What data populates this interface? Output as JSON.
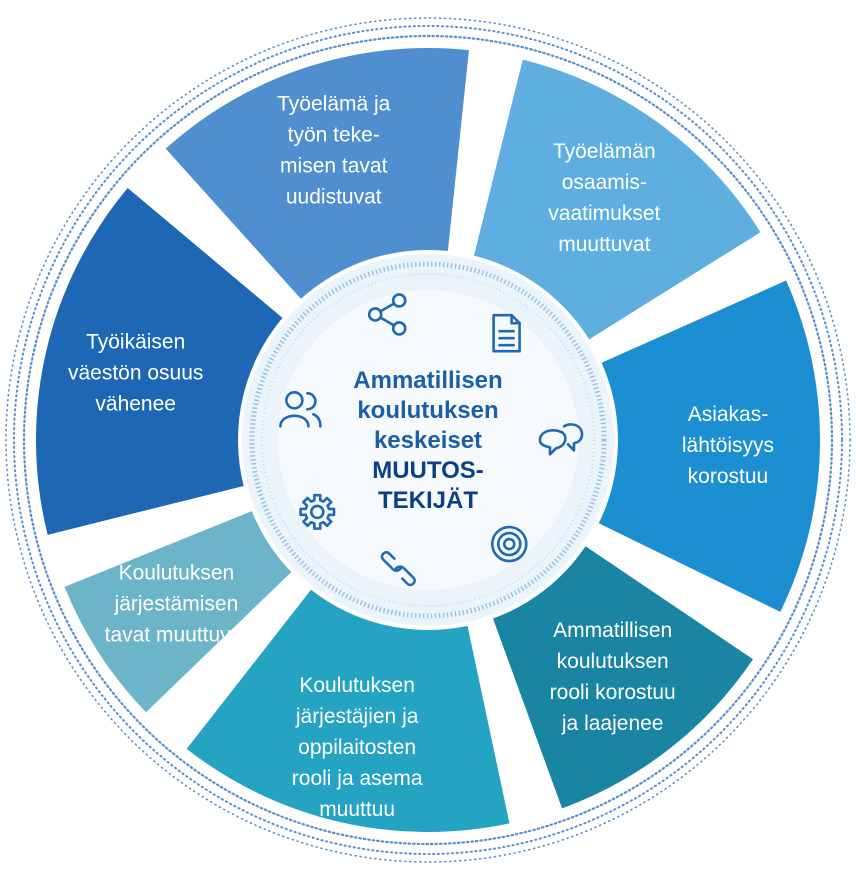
{
  "diagram": {
    "center": {
      "lines": [
        "Ammatillisen",
        "koulutuksen",
        "keskeiset"
      ],
      "strong_lines": [
        "MUUTOS-",
        "TEKIJÄT"
      ]
    },
    "segments": [
      {
        "id": "tyoikaisen",
        "lines": [
          "Työikäisen",
          "väestön osuus",
          "vähenee"
        ],
        "color": "#1e67b4",
        "icon": "people-icon"
      },
      {
        "id": "tyoelama",
        "lines": [
          "Työelämä ja",
          "työn teke-",
          "misen tavat",
          "uudistuvat"
        ],
        "color": "#4f8fd0",
        "icon": "share-icon"
      },
      {
        "id": "osaamis",
        "lines": [
          "Työelämän",
          "osaamis-",
          "vaatimukset",
          "muuttuvat"
        ],
        "color": "#5eaee0",
        "icon": "document-icon"
      },
      {
        "id": "asiakas",
        "lines": [
          "Asiakas-",
          "lähtöisyys",
          "korostuu"
        ],
        "color": "#1b8fd2",
        "icon": "chat-icon"
      },
      {
        "id": "ammatillisen",
        "lines": [
          "Ammatillisen",
          "koulutuksen",
          "rooli korostuu",
          "ja laajenee"
        ],
        "color": "#1a84a3",
        "icon": "target-icon"
      },
      {
        "id": "jarjestajien",
        "lines": [
          "Koulutuksen",
          "järjestäjien ja",
          "oppilaitosten",
          "rooli ja asema",
          "muuttuu"
        ],
        "color": "#25a3c2",
        "icon": "link-icon"
      },
      {
        "id": "jarjestamisen",
        "lines": [
          "Koulutuksen",
          "järjestämisen",
          "tavat muuttuvat"
        ],
        "color": "#6cb4c7",
        "icon": "gear-icon"
      }
    ]
  }
}
